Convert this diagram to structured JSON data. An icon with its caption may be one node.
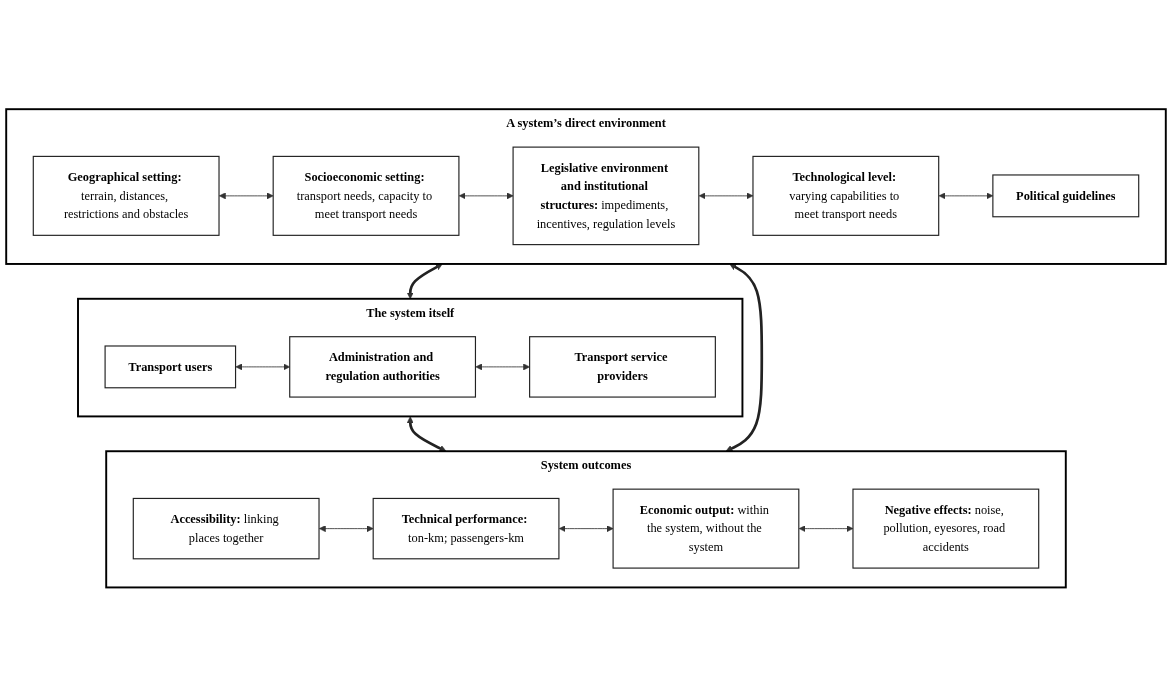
{
  "diagram": {
    "nodes": [
      {
        "text": [
          "A system’s direct environment"
        ]
      },
      {
        "text": [
          "**Geographical setting:** terrain, distances, restrictions and obstacles"
        ],
        "in": 0
      },
      {
        "text": [
          "**Socioeconomic setting:** transport needs, capacity to meet transport needs"
        ],
        "in": 0
      },
      {
        "text": [
          "**Legislative environment and institutional structures:** impediments, incentives, regulation levels"
        ],
        "in": 0
      },
      {
        "text": [
          "**Technological level:** varying capabilities to meet transport needs"
        ],
        "in": 0
      },
      {
        "text": [
          "**Political guidelines**"
        ],
        "in": 0
      },
      {
        "text": [
          "The system itself"
        ]
      },
      {
        "text": [
          "**Transport users**"
        ],
        "in": 6
      },
      {
        "text": [
          "**Administration and regulation authorities**"
        ],
        "in": 6
      },
      {
        "text": [
          "**Transport service providers**"
        ],
        "in": 6
      },
      {
        "text": [
          "System outcomes"
        ]
      },
      {
        "text": [
          "**Accessibility:** linking places together"
        ],
        "in": 10
      },
      {
        "text": [
          "**Technical performance:** ton-km; passengers-km"
        ],
        "in": 10
      },
      {
        "text": [
          "**Economic output:** within the system, without the system"
        ],
        "in": 10
      },
      {
        "text": [
          "**Negative effects:** noise, pollution, eyesores, road accidents"
        ],
        "in": 10
      }
    ],
    "edges": [
      {
        "from": 1,
        "to": 2,
        "arrow": "both"
      },
      {
        "from": 2,
        "to": 3,
        "arrow": "both"
      },
      {
        "from": 3,
        "to": 4,
        "arrow": "both"
      },
      {
        "from": 4,
        "to": 5,
        "arrow": "both"
      },
      {
        "from": 7,
        "to": 8,
        "arrow": "both"
      },
      {
        "from": 8,
        "to": 9,
        "arrow": "both"
      },
      {
        "from": 0,
        "to": 6,
        "arrow": "both",
        "style": "thick"
      },
      {
        "from": 6,
        "to": 10,
        "arrow": "both",
        "style": "thick"
      },
      {
        "from": 0,
        "to": 10,
        "arrow": "both",
        "style": "thick"
      },
      {
        "from": 11,
        "to": 12,
        "arrow": "both"
      },
      {
        "from": 12,
        "to": 13,
        "arrow": "both"
      },
      {
        "from": 13,
        "to": 14,
        "arrow": "both"
      }
    ]
  }
}
